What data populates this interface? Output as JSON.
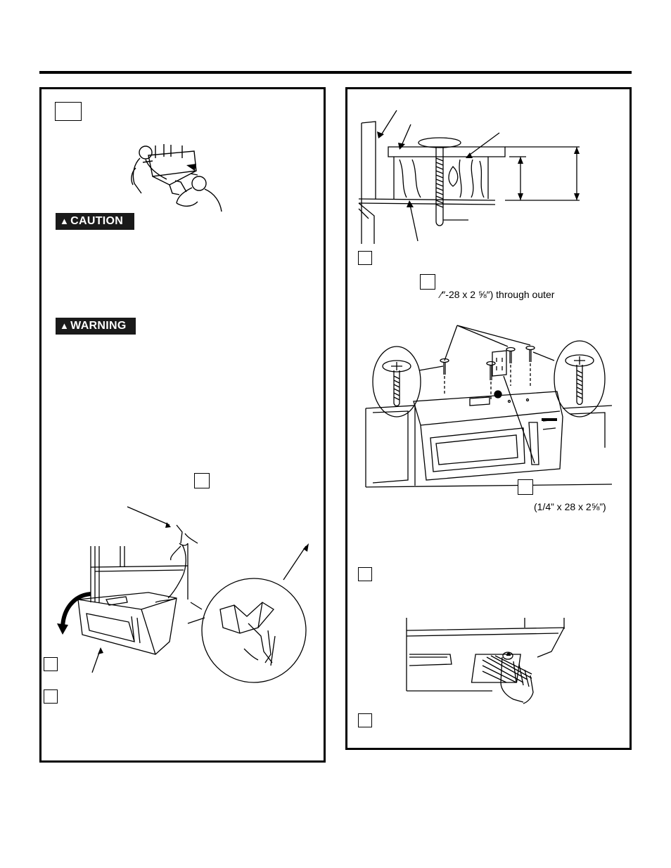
{
  "header": {
    "rule": "top-rule"
  },
  "left": {
    "caution_label": "CAUTION",
    "warning_label": "WARNING"
  },
  "right": {
    "bolt_spec": "⁄″-28 x 2 ⅝″) through outer",
    "bolt_spec_2": "(1/4” x 28 x 2⅝”)"
  },
  "icons": {
    "caution": "warning-triangle-icon",
    "warning": "warning-triangle-icon"
  },
  "colors": {
    "badge_bg": "#1a1a1a",
    "ink": "#000000"
  }
}
